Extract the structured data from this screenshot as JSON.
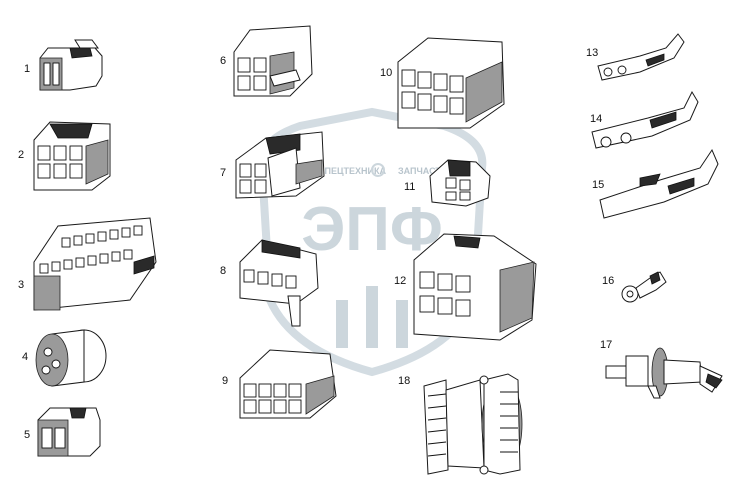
{
  "parts": [
    {
      "id": "part-1",
      "number": "1"
    },
    {
      "id": "part-2",
      "number": "2"
    },
    {
      "id": "part-3",
      "number": "3"
    },
    {
      "id": "part-4",
      "number": "4"
    },
    {
      "id": "part-5",
      "number": "5"
    },
    {
      "id": "part-6",
      "number": "6"
    },
    {
      "id": "part-7",
      "number": "7"
    },
    {
      "id": "part-8",
      "number": "8"
    },
    {
      "id": "part-9",
      "number": "9"
    },
    {
      "id": "part-10",
      "number": "10"
    },
    {
      "id": "part-11",
      "number": "11"
    },
    {
      "id": "part-12",
      "number": "12"
    },
    {
      "id": "part-13",
      "number": "13"
    },
    {
      "id": "part-14",
      "number": "14"
    },
    {
      "id": "part-15",
      "number": "15"
    },
    {
      "id": "part-16",
      "number": "16"
    },
    {
      "id": "part-17",
      "number": "17"
    },
    {
      "id": "part-18",
      "number": "18"
    }
  ],
  "watermark": {
    "logo_text": "ЭПФ",
    "left_text": "СПЕЦТЕХНИКА",
    "right_text": "ЗАПЧАСТИ"
  }
}
